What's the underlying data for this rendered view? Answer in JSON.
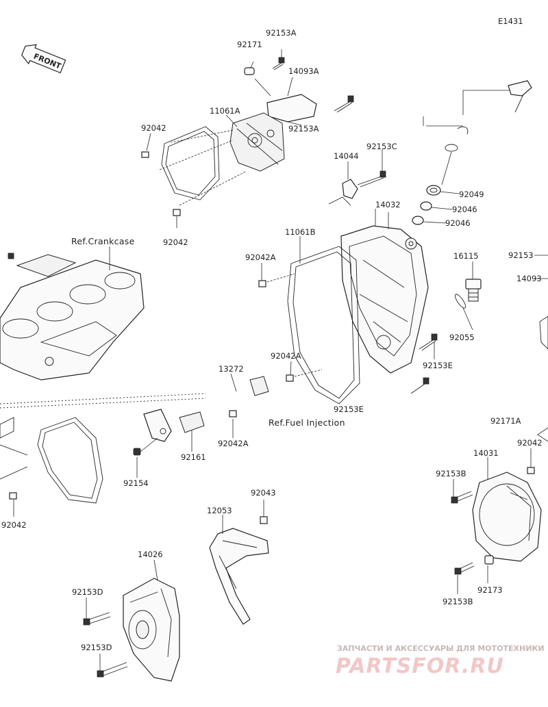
{
  "diagram_code": "E1431",
  "front_label": "FRONT",
  "refs": {
    "crankcase": "Ref.Crankcase",
    "fuel_injection": "Ref.Fuel Injection"
  },
  "watermark": {
    "caption": "ЗАПЧАСТИ И АКСЕССУАРЫ ДЛЯ МОТОТЕХНИКИ",
    "brand": "PARTSFOR.RU"
  },
  "part_labels": {
    "p92153A_top": "92153A",
    "p92171_top": "92171",
    "p14093A": "14093A",
    "p11061A": "11061A",
    "p92042_tl": "92042",
    "p92153A_mid": "92153A",
    "p92042_mid": "92042",
    "p92153C": "92153C",
    "p14044": "14044",
    "p92049": "92049",
    "p92046_a": "92046",
    "p14032": "14032",
    "p92046_b": "92046",
    "p11061B": "11061B",
    "p92042A_a": "92042A",
    "p16115": "16115",
    "p92153_r": "92153",
    "p14093_r": "14093",
    "p92055": "92055",
    "p92153E_a": "92153E",
    "p92042A_b": "92042A",
    "p13272": "13272",
    "p92153E_b": "92153E",
    "p92042A_c": "92042A",
    "p92161": "92161",
    "p92154": "92154",
    "p92042_bl": "92042",
    "p92171A": "92171A",
    "p92042_r": "92042",
    "p14031": "14031",
    "p92153B_a": "92153B",
    "p92043": "92043",
    "p12053": "12053",
    "p14026": "14026",
    "p92153D_a": "92153D",
    "p92153D_b": "92153D",
    "p92173": "92173",
    "p92153B_b": "92153B"
  }
}
